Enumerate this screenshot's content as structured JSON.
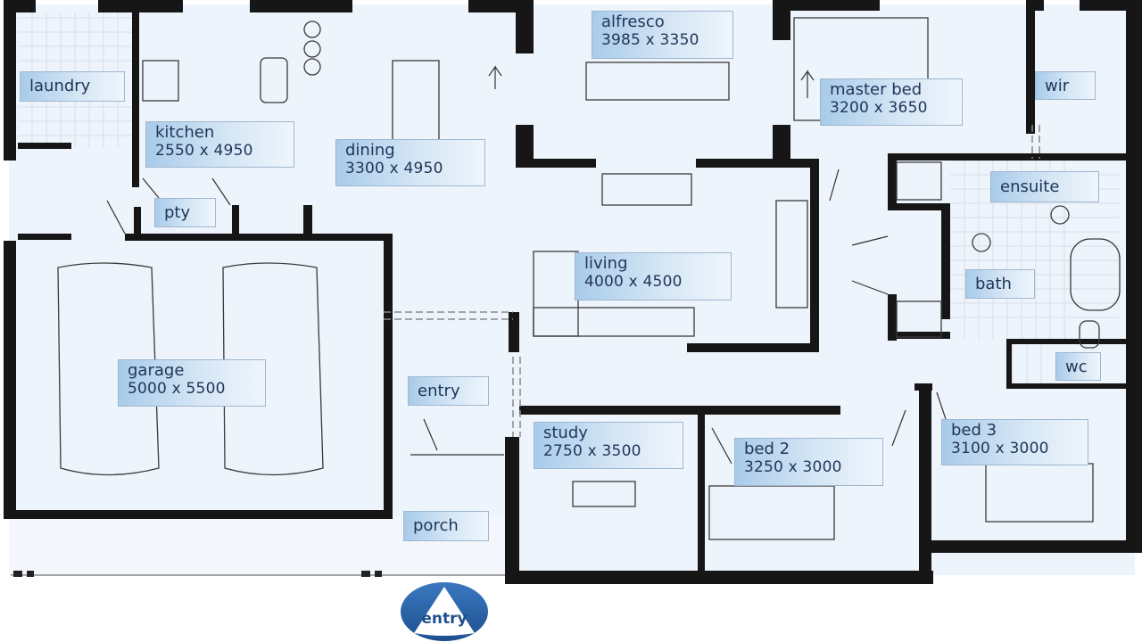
{
  "rooms": {
    "laundry": {
      "name": "laundry"
    },
    "kitchen": {
      "name": "kitchen",
      "dims": "2550 x 4950"
    },
    "pantry": {
      "name": "pty"
    },
    "dining": {
      "name": "dining",
      "dims": "3300 x 4950"
    },
    "alfresco": {
      "name": "alfresco",
      "dims": "3985 x 3350"
    },
    "master_bed": {
      "name": "master bed",
      "dims": "3200 x 3650"
    },
    "wir": {
      "name": "wir"
    },
    "ensuite": {
      "name": "ensuite"
    },
    "living": {
      "name": "living",
      "dims": "4000 x 4500"
    },
    "bath": {
      "name": "bath"
    },
    "wc": {
      "name": "wc"
    },
    "garage": {
      "name": "garage",
      "dims": "5000 x 5500"
    },
    "entry": {
      "name": "entry"
    },
    "study": {
      "name": "study",
      "dims": "2750 x 3500"
    },
    "bed2": {
      "name": "bed 2",
      "dims": "3250 x 3000"
    },
    "bed3": {
      "name": "bed 3",
      "dims": "3100 x 3000"
    },
    "porch": {
      "name": "porch"
    }
  },
  "entry_badge": {
    "label": "entry"
  },
  "colors": {
    "floor": "#eef4fb",
    "wall": "#161616",
    "label_text": "#1f3558",
    "badge": "#2a5d9f"
  }
}
